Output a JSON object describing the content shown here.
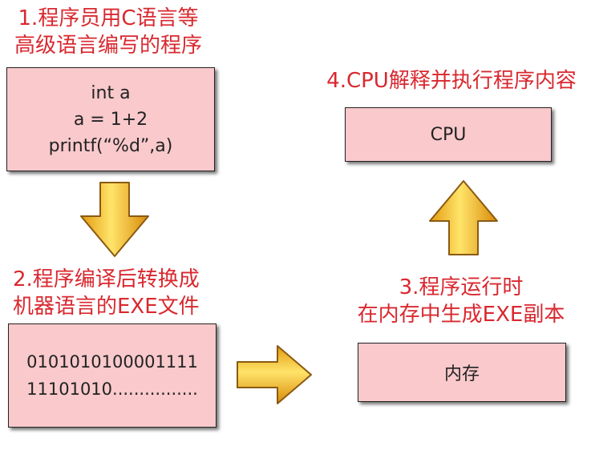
{
  "diagram": {
    "steps": [
      {
        "label_lines": [
          "1.程序员用C语言等",
          "高级语言编写的程序"
        ],
        "box_lines": [
          "int a",
          "a = 1+2",
          "printf(“%d”,a)"
        ]
      },
      {
        "label_lines": [
          "2.程序编译后转换成",
          "机器语言的EXE文件"
        ],
        "box_lines": [
          "0101010100001111",
          "11101010................"
        ]
      },
      {
        "label_lines": [
          "3.程序运行时",
          "在内存中生成EXE副本"
        ],
        "box_lines": [
          "内存"
        ]
      },
      {
        "label_lines": [
          "4.CPU解释并执行程序内容"
        ],
        "box_lines": [
          "CPU"
        ]
      }
    ],
    "arrows": [
      {
        "name": "arrow-down-icon",
        "direction": "down"
      },
      {
        "name": "arrow-right-icon",
        "direction": "right"
      },
      {
        "name": "arrow-up-icon",
        "direction": "up"
      }
    ],
    "colors": {
      "label_text": "#d9282f",
      "box_fill": "#f9c9cc",
      "arrow_fill": "#f6c21b",
      "arrow_edge": "#8a5a12"
    }
  }
}
